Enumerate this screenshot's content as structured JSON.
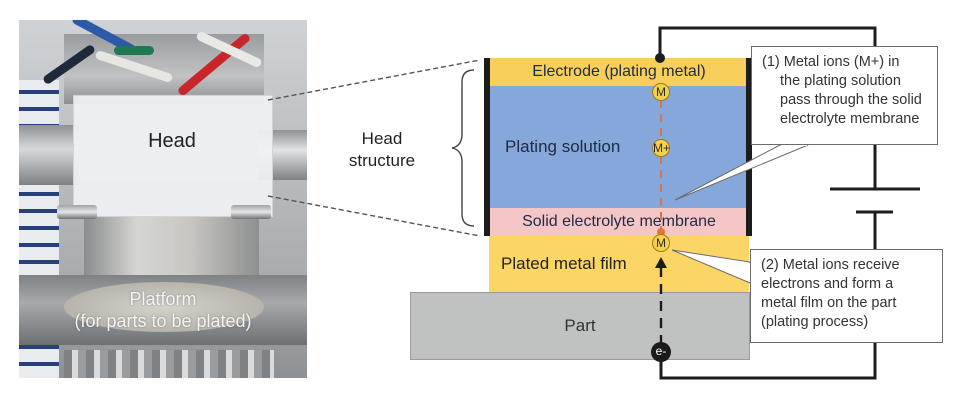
{
  "photo": {
    "head_label": "Head",
    "platform_label_line1": "Platform",
    "platform_label_line2": "(for parts to be plated)"
  },
  "head_structure": {
    "label_line1": "Head",
    "label_line2": "structure"
  },
  "layers": {
    "electrode": "Electrode (plating metal)",
    "plating_solution": "Plating solution",
    "membrane": "Solid electrolyte membrane",
    "plated_film": "Plated metal film",
    "part": "Part"
  },
  "particles": {
    "metal_symbol": "M",
    "metal_ion_symbol": "M+",
    "electron_symbol": "e-"
  },
  "callouts": [
    {
      "step": "(1)",
      "lines": [
        "(1) Metal ions (M+) in",
        "the plating solution",
        "pass through the solid",
        "electrolyte membrane"
      ]
    },
    {
      "step": "(2)",
      "lines": [
        "(2) Metal ions receive",
        "electrons and form a",
        "metal film on the part",
        "(plating process)"
      ]
    }
  ],
  "colors": {
    "electrode": "#f7cf5a",
    "plating_solution": "#86a7da",
    "membrane": "#f4c6c6",
    "plated_film": "#fbd565",
    "part": "#c0c2c2",
    "ion_path": "#d9734f",
    "wire": "#1c1c1c"
  }
}
